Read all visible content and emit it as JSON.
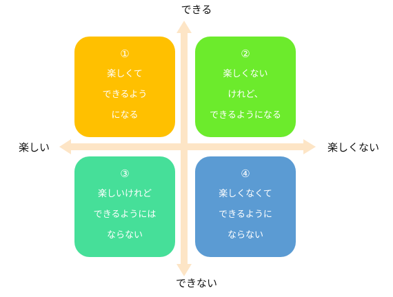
{
  "axes": {
    "top": "できる",
    "bottom": "できない",
    "left": "楽しい",
    "right": "楽しくない"
  },
  "quadrants": [
    {
      "number": "①",
      "lines": [
        "楽しくて",
        "できるよう",
        "になる"
      ]
    },
    {
      "number": "②",
      "lines": [
        "楽しくない",
        "けれど、",
        "できるようになる"
      ]
    },
    {
      "number": "③",
      "lines": [
        "楽しいけれど",
        "できるようには",
        "ならない"
      ]
    },
    {
      "number": "④",
      "lines": [
        "楽しくなくて",
        "できるように",
        "ならない"
      ]
    }
  ],
  "colors": {
    "arrow": "#FDE5C6",
    "quadrant_1": "#FFC000",
    "quadrant_2": "#6CEB2C",
    "quadrant_3": "#46DF99",
    "quadrant_4": "#5B9BD3"
  }
}
